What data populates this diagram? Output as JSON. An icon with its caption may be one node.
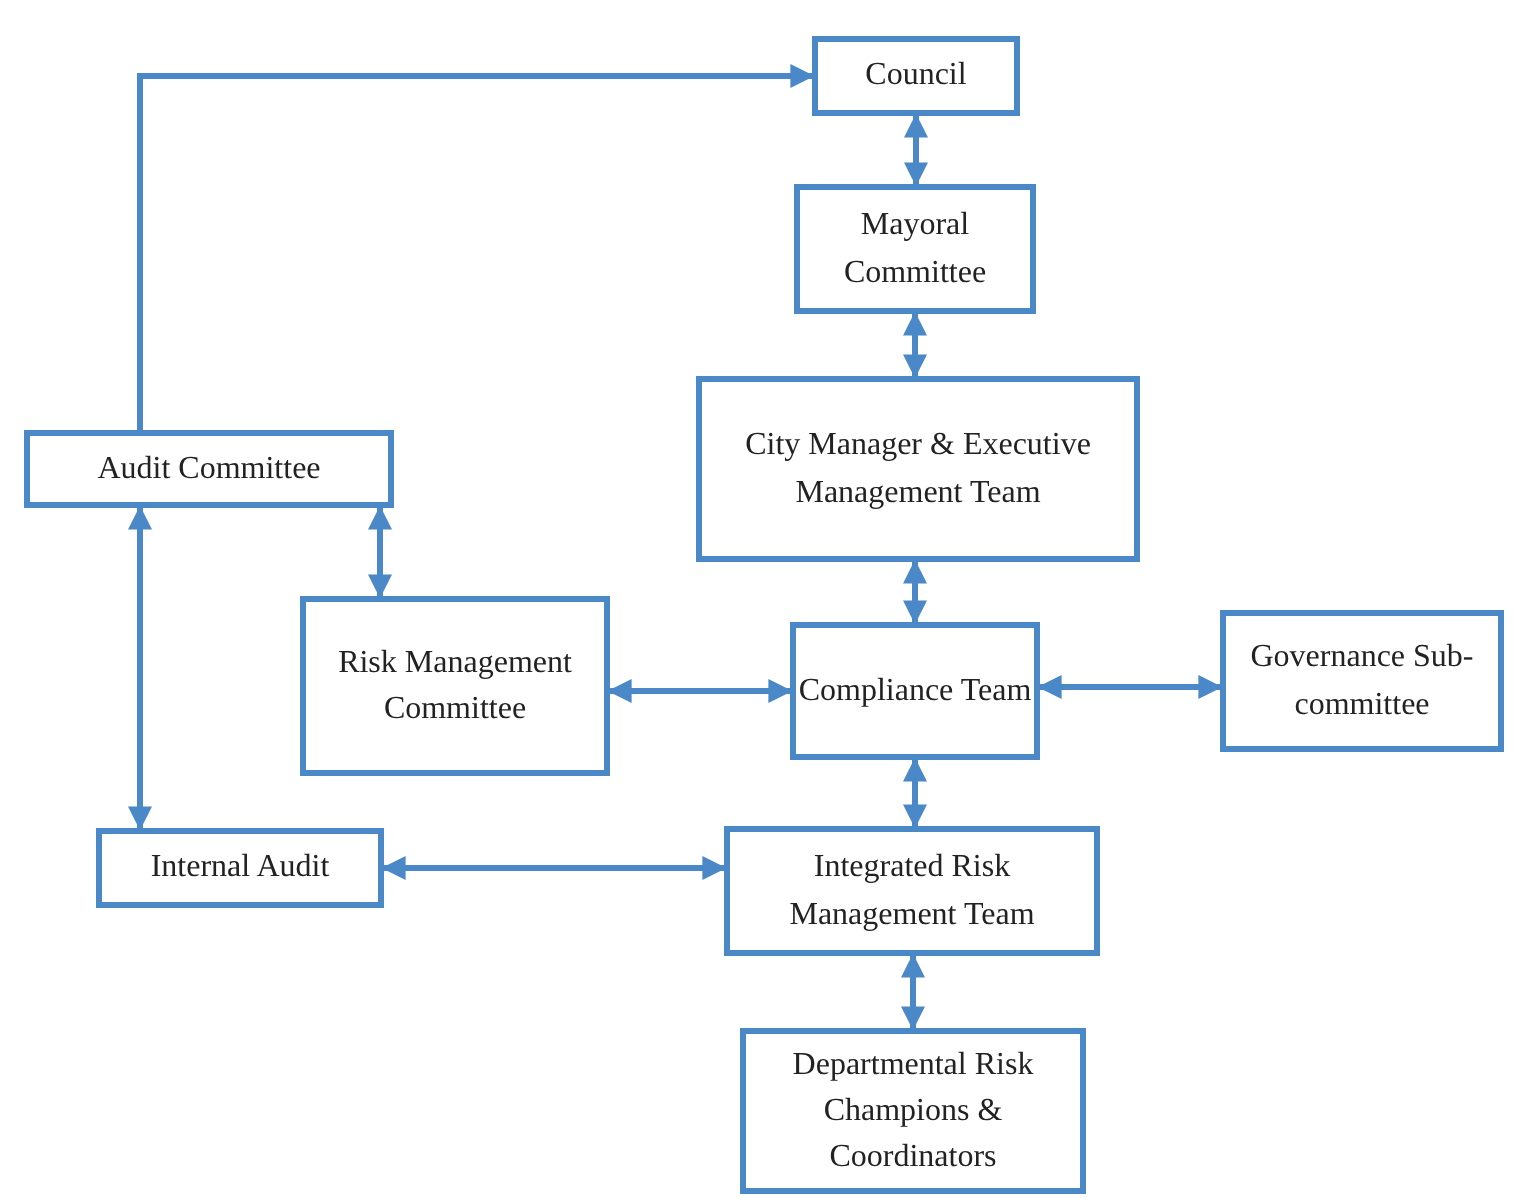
{
  "diagram": {
    "nodes": [
      {
        "text": [
          "Council"
        ]
      },
      {
        "text": [
          "Mayoral Committee"
        ]
      },
      {
        "text": [
          "City Manager & Executive Management Team"
        ]
      },
      {
        "text": [
          "Audit Committee"
        ]
      },
      {
        "text": [
          "Risk Management Committee"
        ]
      },
      {
        "text": [
          "Compliance Team"
        ]
      },
      {
        "text": [
          "Governance Sub-committee"
        ]
      },
      {
        "text": [
          "Internal Audit"
        ]
      },
      {
        "text": [
          "Integrated Risk Management Team"
        ]
      },
      {
        "text": [
          "Departmental Risk Champions & Coordinators"
        ]
      }
    ],
    "edges": [
      {
        "from": 3,
        "to": 0,
        "arrow": "to"
      },
      {
        "from": 0,
        "to": 1,
        "arrow": "both"
      },
      {
        "from": 1,
        "to": 2,
        "arrow": "both"
      },
      {
        "from": 2,
        "to": 5,
        "arrow": "both"
      },
      {
        "from": 3,
        "to": 4,
        "arrow": "both"
      },
      {
        "from": 3,
        "to": 7,
        "arrow": "both"
      },
      {
        "from": 4,
        "to": 5,
        "arrow": "both"
      },
      {
        "from": 5,
        "to": 6,
        "arrow": "both"
      },
      {
        "from": 5,
        "to": 8,
        "arrow": "both"
      },
      {
        "from": 7,
        "to": 8,
        "arrow": "both"
      },
      {
        "from": 8,
        "to": 9,
        "arrow": "both"
      }
    ]
  }
}
